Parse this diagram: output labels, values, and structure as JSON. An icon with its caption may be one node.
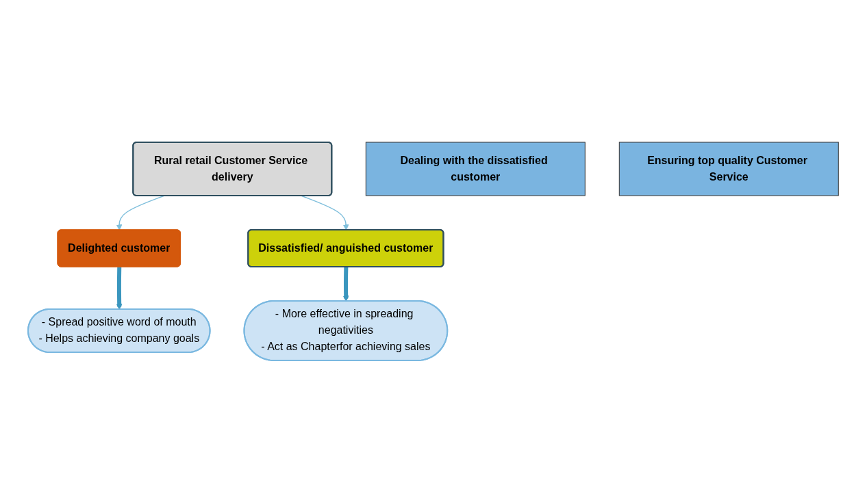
{
  "diagram": {
    "nodes": [
      {
        "text": [
          "Rural retail Customer Service delivery"
        ]
      },
      {
        "text": [
          "Delighted customer"
        ]
      },
      {
        "text": [
          "Dissatisfied/ anguished customer"
        ]
      },
      {
        "text": [
          "- Spread positive word of mouth",
          "- Helps achieving company goals"
        ]
      },
      {
        "text": [
          "- More effective in spreading negativities",
          "- Act as Chapterfor achieving sales"
        ]
      },
      {
        "text": [
          "Dealing with the dissatisfied customer"
        ]
      },
      {
        "text": [
          "Ensuring top quality Customer Service"
        ]
      }
    ],
    "edges": [
      {
        "from": 0,
        "to": 1,
        "arrow": "to"
      },
      {
        "from": 0,
        "to": 2,
        "arrow": "to"
      },
      {
        "from": 1,
        "to": 3,
        "arrow": "to",
        "style": "thick",
        "color": "#3a96be"
      },
      {
        "from": 2,
        "to": 4,
        "arrow": "to",
        "style": "thick",
        "color": "#3a96be"
      }
    ]
  }
}
